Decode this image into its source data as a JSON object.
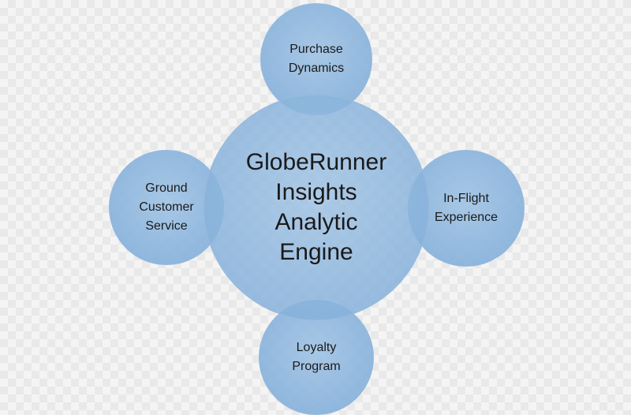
{
  "diagram": {
    "center": {
      "lines": [
        "GlobeRunner",
        "Insights",
        "Analytic",
        "Engine"
      ]
    },
    "nodes": {
      "top": {
        "lines": [
          "Purchase",
          "Dynamics"
        ]
      },
      "left": {
        "lines": [
          "Ground",
          "Customer",
          "Service"
        ]
      },
      "right": {
        "lines": [
          "In-Flight",
          "Experience"
        ]
      },
      "bottom": {
        "lines": [
          "Loyalty",
          "Program"
        ]
      }
    },
    "colors": {
      "fill": "#8fb6de",
      "border": "#9bbde0",
      "text": "#1a1a1a"
    }
  }
}
